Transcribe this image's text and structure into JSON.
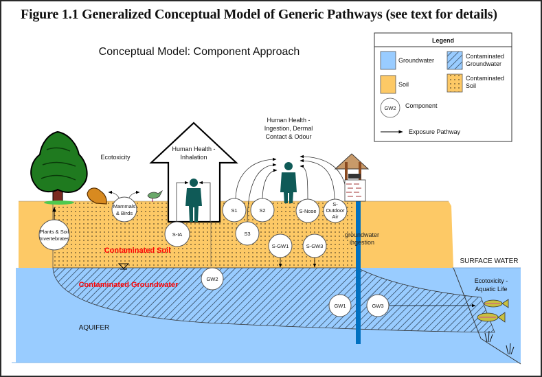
{
  "figure": {
    "title": "Figure 1.1 Generalized Conceptual Model of Generic Pathways (see text for details)",
    "subtitle": "Conceptual Model: Component Approach"
  },
  "legend": {
    "title": "Legend",
    "items": [
      {
        "label": "Groundwater",
        "swatch": "groundwater"
      },
      {
        "label_line1": "Contaminated",
        "label_line2": "Groundwater",
        "swatch": "contaminated-groundwater"
      },
      {
        "label": "Soil",
        "swatch": "soil"
      },
      {
        "label_line1": "Contaminated",
        "label_line2": "Soil",
        "swatch": "contaminated-soil"
      },
      {
        "label": "Component",
        "swatch_text": "GW2"
      },
      {
        "label": "Exposure Pathway",
        "swatch": "arrow"
      }
    ]
  },
  "colors": {
    "soil": "#FDC966",
    "groundwater": "#99CCFF",
    "well_pipe": "#0070C0",
    "human": "#0F5A57",
    "contaminant_label": "#FF0000",
    "tree_green": "#1F7A1F",
    "roof": "#C89A6A"
  },
  "labels": {
    "ecotoxicity": "Ecotoxicity",
    "house_line1": "Human Health -",
    "house_line2": "Inhalation",
    "ingestion_line1": "Human Health -",
    "ingestion_line2": "Ingestion, Dermal",
    "ingestion_line3": "Contact & Odour",
    "contaminated_soil": "Contaminated Soil",
    "contaminated_groundwater": "Contaminated Groundwater",
    "aquifer": "AQUIFER",
    "surface_water": "SURFACE WATER",
    "aquatic_line1": "Ecotoxicity -",
    "aquatic_line2": "Aquatic Life",
    "gw_ingestion_line1": "groundwater",
    "gw_ingestion_line2": "ingestion"
  },
  "components": {
    "plants": {
      "line1": "Plants & Soil",
      "line2": "Invertebrates"
    },
    "mammals": {
      "line1": "Mammals",
      "line2": "& Birds"
    },
    "s_ia": "S-IA",
    "s1": "S1",
    "s2": "S2",
    "s3": "S3",
    "s_nose": "S-Nose",
    "s_outdoor": {
      "line1": "S-",
      "line2": "Outdoor",
      "line3": "Air"
    },
    "s_gw1": "S-GW1",
    "s_gw3": "S-GW3",
    "gw1": "GW1",
    "gw2": "GW2",
    "gw3": "GW3"
  }
}
